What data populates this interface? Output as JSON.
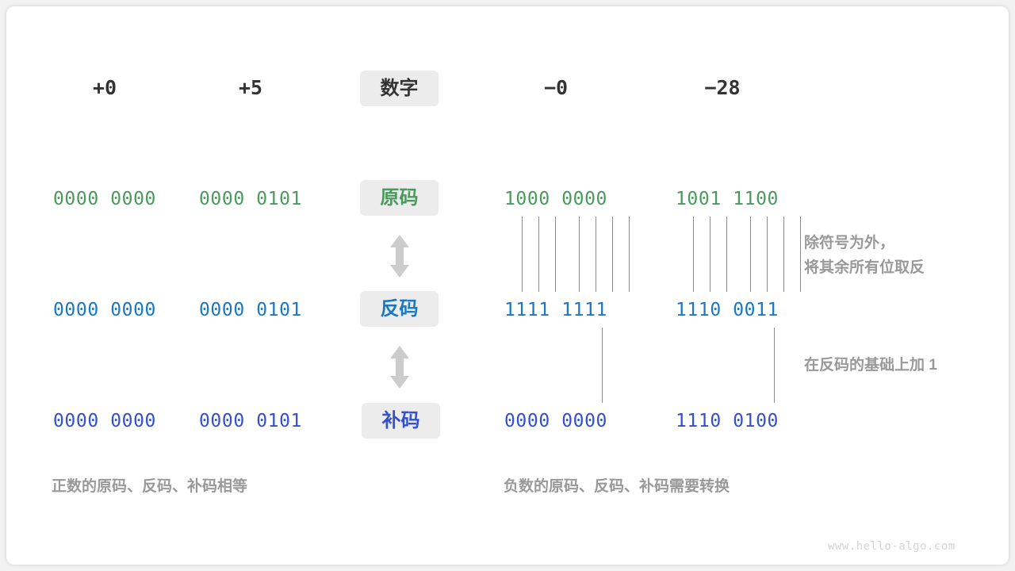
{
  "figure": {
    "watermark": "www.hello-algo.com",
    "colors": {
      "background": "#f2f2f2",
      "card": "#ffffff",
      "badge_bg": "#ececec",
      "sign_magnitude": "#4a9a5e",
      "ones_complement": "#1878c4",
      "twos_complement": "#3350cf",
      "text_dark": "#333333",
      "text_muted": "#999999",
      "tick_line": "#8c8c8c"
    }
  },
  "row_labels": {
    "number": "数字",
    "sign_magnitude": "原码",
    "ones_complement": "反码",
    "twos_complement": "补码"
  },
  "columns": [
    {
      "key": "plus0",
      "number": "+0"
    },
    {
      "key": "plus5",
      "number": "+5"
    },
    {
      "key": "minus0",
      "number": "−0"
    },
    {
      "key": "minus28",
      "number": "−28"
    }
  ],
  "rows": {
    "sign_magnitude": {
      "plus0": "0000 0000",
      "plus5": "0000 0101",
      "minus0": "1000 0000",
      "minus28": "1001 1100"
    },
    "ones_complement": {
      "plus0": "0000 0000",
      "plus5": "0000 0101",
      "minus0": "1111 1111",
      "minus28": "1110 0011"
    },
    "twos_complement": {
      "plus0": "0000 0000",
      "plus5": "0000 0101",
      "minus0": "0000 0000",
      "minus28": "1110 0100"
    }
  },
  "annotations": {
    "invert": "除符号为外，\n将其余所有位取反",
    "add_one": "在反码的基础上加  1"
  },
  "captions": {
    "positive": "正数的原码、反码、补码相等",
    "negative": "负数的原码、反码、补码需要转换"
  },
  "arrows": {
    "sign_to_ones": "up-down-arrow",
    "ones_to_twos": "up-down-arrow"
  }
}
